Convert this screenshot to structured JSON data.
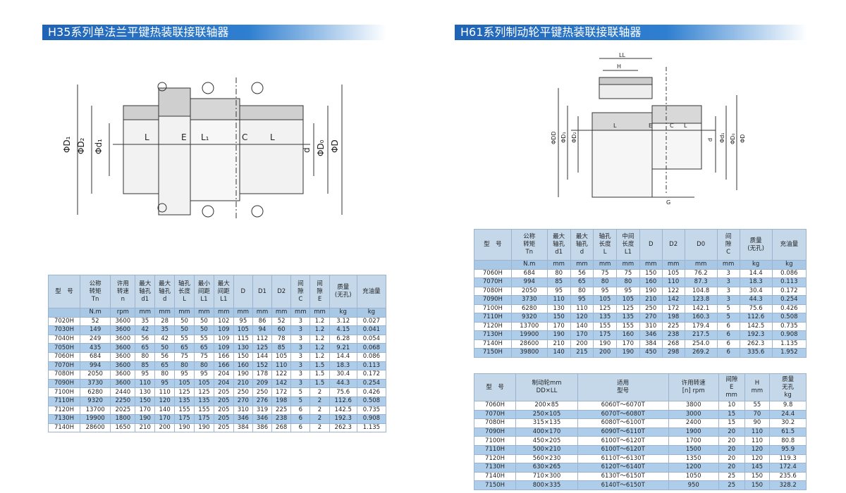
{
  "left": {
    "title": "H35系列单法兰平键热装联接联轴器",
    "drawing_labels": {
      "d1v": "ΦD₁",
      "d2v": "ΦD₂",
      "dd1": "Φd₁",
      "L": "L",
      "E": "E",
      "L1": "L₁",
      "C": "C",
      "L2": "L",
      "d": "d",
      "D0": "ΦD₀",
      "D": "ΦD"
    },
    "table": {
      "headers": [
        "型　号",
        "公称\n转矩\nTn",
        "许用\n转速\nn",
        "最大\n轴孔\nd1",
        "最大\n轴孔\nd",
        "轴孔\n长度\nL",
        "最小\n间距\nL1",
        "最大\n间距\nL1",
        "D",
        "D1",
        "D2",
        "间\n隙\nC",
        "间\n隙\nE",
        "质量\n(无孔)",
        "充油量"
      ],
      "units": [
        "",
        "N.m",
        "rpm",
        "mm",
        "mm",
        "mm",
        "mm",
        "mm",
        "mm",
        "mm",
        "mm",
        "mm",
        "mm",
        "kg",
        "kg"
      ],
      "rows": [
        [
          "7020H",
          "52",
          "3600",
          "35",
          "28",
          "50",
          "50",
          "102",
          "95",
          "86",
          "52",
          "3",
          "1.2",
          "3.12",
          "0.027"
        ],
        [
          "7030H",
          "149",
          "3600",
          "42",
          "35",
          "50",
          "50",
          "109",
          "105",
          "94",
          "60",
          "3",
          "1.2",
          "4.15",
          "0.041"
        ],
        [
          "7040H",
          "249",
          "3600",
          "56",
          "42",
          "55",
          "55",
          "109",
          "115",
          "112",
          "78",
          "3",
          "1.2",
          "6.28",
          "0.054"
        ],
        [
          "7050H",
          "435",
          "3600",
          "65",
          "50",
          "65",
          "65",
          "109",
          "130",
          "125",
          "85",
          "3",
          "1.2",
          "9.21",
          "0.068"
        ],
        [
          "7060H",
          "684",
          "3600",
          "80",
          "56",
          "75",
          "75",
          "166",
          "150",
          "144",
          "105",
          "3",
          "1.2",
          "14.4",
          "0.086"
        ],
        [
          "7070H",
          "994",
          "3600",
          "85",
          "65",
          "80",
          "80",
          "166",
          "160",
          "152",
          "110",
          "3",
          "1.5",
          "18.3",
          "0.113"
        ],
        [
          "7080H",
          "2050",
          "3600",
          "95",
          "80",
          "95",
          "95",
          "204",
          "190",
          "178",
          "122",
          "3",
          "1.5",
          "30.4",
          "0.172"
        ],
        [
          "7090H",
          "3730",
          "3600",
          "110",
          "95",
          "105",
          "105",
          "204",
          "210",
          "209",
          "142",
          "3",
          "1.5",
          "44.3",
          "0.254"
        ],
        [
          "7100H",
          "6280",
          "2440",
          "130",
          "110",
          "125",
          "125",
          "205",
          "250",
          "250",
          "172",
          "5",
          "2",
          "75.6",
          "0.426"
        ],
        [
          "7110H",
          "9320",
          "2250",
          "150",
          "120",
          "135",
          "135",
          "205",
          "270",
          "276",
          "198",
          "5",
          "2",
          "112.6",
          "0.508"
        ],
        [
          "7120H",
          "13700",
          "2025",
          "170",
          "140",
          "155",
          "155",
          "205",
          "310",
          "319",
          "225",
          "6",
          "2",
          "142.5",
          "0.735"
        ],
        [
          "7130H",
          "19900",
          "1800",
          "190",
          "170",
          "175",
          "175",
          "205",
          "346",
          "346",
          "238",
          "6",
          "2",
          "192.3",
          "0.908"
        ],
        [
          "7140H",
          "28600",
          "1650",
          "210",
          "200",
          "190",
          "190",
          "205",
          "384",
          "386",
          "268",
          "6",
          "2",
          "262.3",
          "1.135"
        ]
      ]
    }
  },
  "right": {
    "title": "H61系列制动轮平键热装联接联轴器",
    "drawing_labels": {
      "LL": "LL",
      "H": "H",
      "DD": "ΦDD",
      "D1": "ΦD₁",
      "D2": "ΦD₂",
      "L": "L",
      "E": "E",
      "C": "C",
      "L2": "L",
      "d": "d",
      "d1": "Φd₁",
      "D0": "ΦD₀",
      "D": "ΦD",
      "G": "G"
    },
    "table1": {
      "headers": [
        "型　号",
        "公称\n转矩\nTn",
        "最大\n轴孔\nd1",
        "最大\n轴孔\nd",
        "轴孔\n长度\nL",
        "中间\n长度\nL1",
        "D",
        "D2",
        "D0",
        "间\n隙\nC",
        "质量\n(无孔)",
        "充油量"
      ],
      "units": [
        "",
        "N.m",
        "mm",
        "mm",
        "mm",
        "mm",
        "mm",
        "mm",
        "mm",
        "mm",
        "kg",
        "kg"
      ],
      "rows": [
        [
          "7060H",
          "684",
          "80",
          "56",
          "75",
          "75",
          "150",
          "105",
          "76.2",
          "3",
          "14.4",
          "0.086"
        ],
        [
          "7070H",
          "994",
          "85",
          "65",
          "80",
          "80",
          "160",
          "110",
          "87.3",
          "3",
          "18.3",
          "0.113"
        ],
        [
          "7080H",
          "2050",
          "95",
          "80",
          "95",
          "95",
          "190",
          "122",
          "104.8",
          "3",
          "30.4",
          "0.172"
        ],
        [
          "7090H",
          "3730",
          "110",
          "95",
          "105",
          "105",
          "210",
          "142",
          "123.8",
          "3",
          "44.3",
          "0.254"
        ],
        [
          "7100H",
          "6280",
          "130",
          "110",
          "125",
          "125",
          "250",
          "172",
          "142.1",
          "5",
          "75.6",
          "0.426"
        ],
        [
          "7110H",
          "9320",
          "150",
          "120",
          "135",
          "135",
          "270",
          "198",
          "160.3",
          "5",
          "112.6",
          "0.508"
        ],
        [
          "7120H",
          "13700",
          "170",
          "140",
          "155",
          "155",
          "310",
          "225",
          "179.4",
          "6",
          "142.5",
          "0.735"
        ],
        [
          "7130H",
          "19900",
          "190",
          "170",
          "175",
          "160",
          "346",
          "238",
          "217.5",
          "6",
          "192.3",
          "0.908"
        ],
        [
          "7140H",
          "28600",
          "210",
          "200",
          "190",
          "170",
          "384",
          "268",
          "254.0",
          "6",
          "262.3",
          "1.135"
        ],
        [
          "7150H",
          "39800",
          "140",
          "215",
          "200",
          "190",
          "450",
          "298",
          "269.2",
          "6",
          "335.6",
          "1.952"
        ]
      ]
    },
    "table2": {
      "headers": [
        "型　号",
        "制动轮mm\nDD×LL",
        "适用\n型号",
        "许用转速\n[n] rpm",
        "间隙\nE\nmm",
        "H\nmm",
        "质量\n无孔\nkg"
      ],
      "rows": [
        [
          "7060H",
          "200×85",
          "6060T～6070T",
          "3800",
          "10",
          "55",
          "9.8"
        ],
        [
          "7070H",
          "250×105",
          "6070T～6080T",
          "3000",
          "15",
          "70",
          "24.4"
        ],
        [
          "7080H",
          "315×135",
          "6080T～6100T",
          "2400",
          "15",
          "90",
          "30.2"
        ],
        [
          "7090H",
          "400×170",
          "6090T～6110T",
          "1900",
          "20",
          "110",
          "61.5"
        ],
        [
          "7100H",
          "450×205",
          "6100T～6120T",
          "1700",
          "20",
          "110",
          "80.8"
        ],
        [
          "7110H",
          "500×210",
          "6100T～6120T",
          "1500",
          "20",
          "120",
          "95.9"
        ],
        [
          "7120H",
          "560×230",
          "6110T～6130T",
          "1350",
          "20",
          "120",
          "119.3"
        ],
        [
          "7130H",
          "630×265",
          "6120T～6140T",
          "1200",
          "20",
          "145",
          "172.4"
        ],
        [
          "7140H",
          "710×300",
          "6130T～6150T",
          "1050",
          "25",
          "150",
          "235.6"
        ],
        [
          "7150H",
          "800×335",
          "6140T～6150T",
          "950",
          "25",
          "150",
          "328.2"
        ]
      ]
    }
  }
}
